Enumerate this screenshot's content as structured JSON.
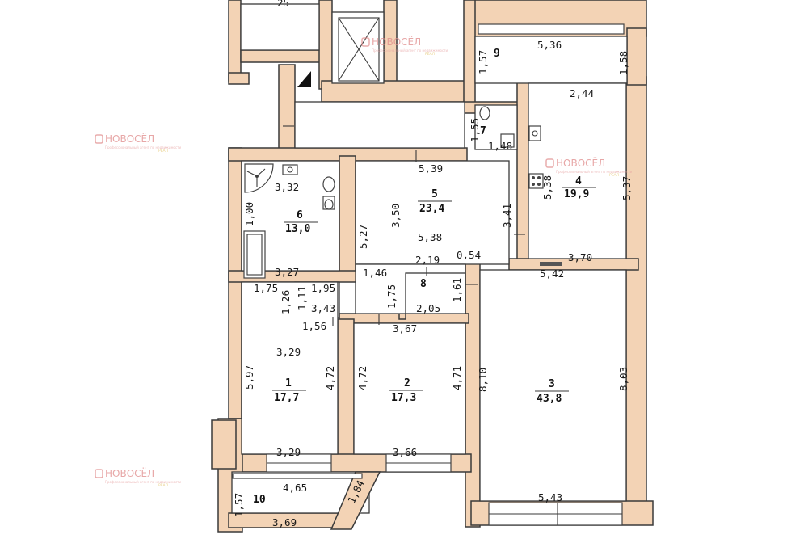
{
  "rooms": [
    {
      "id": "1",
      "number": "1",
      "area": "17,7"
    },
    {
      "id": "2",
      "number": "2",
      "area": "17,3"
    },
    {
      "id": "3",
      "number": "3",
      "area": "43,8"
    },
    {
      "id": "4",
      "number": "4",
      "area": "19,9"
    },
    {
      "id": "5",
      "number": "5",
      "area": "23,4"
    },
    {
      "id": "6",
      "number": "6",
      "area": "13,0"
    },
    {
      "id": "7",
      "number": "7",
      "area": ""
    },
    {
      "id": "8",
      "number": "8",
      "area": ""
    },
    {
      "id": "9",
      "number": "9",
      "area": ""
    },
    {
      "id": "10",
      "number": "10",
      "area": ""
    }
  ],
  "dimensions": [
    "5,36",
    "1,57",
    "1,58",
    "2,44",
    "1,55",
    "1,48",
    "5,39",
    "5,38",
    "5,37",
    "3,32",
    "1,00",
    "3,27",
    "3,50",
    "3,41",
    "5,27",
    "5,38",
    "1,46",
    "2,19",
    "0,54",
    "3,70",
    "5,42",
    "1,75",
    "1,95",
    "1,26",
    "1,11",
    "3,43",
    "1,75",
    "1,61",
    "2,05",
    "1,56",
    "3,67",
    "3,29",
    "5,97",
    "4,72",
    "4,72",
    "4,71",
    "8,10",
    "8,03",
    "3,29",
    "3,66",
    "4,65",
    "1,57",
    "1,84",
    "3,69",
    "5,43",
    "25"
  ],
  "watermark": {
    "brand": "НОВОСЁЛ",
    "tagline": "Профессиональный агент по недвижимости",
    "badge": "РЕАЛ"
  }
}
